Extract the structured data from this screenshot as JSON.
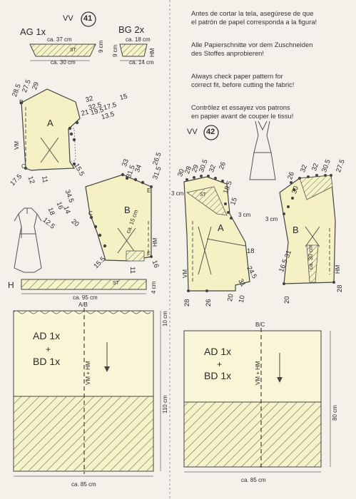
{
  "notes": [
    [
      "Antes de cortar la tela, asegúrese de que",
      "el patrón de papel corresponda a la figura!"
    ],
    [
      "Alle Papierschnitte vor dem Zuschneiden",
      "des Stoffes anprobieren!"
    ],
    [
      "Always check paper pattern for",
      "correct fit, before cutting the fabric!"
    ],
    [
      "Contrôlez et essayez vos patrons",
      "en papier avant de couper le tissu!"
    ]
  ],
  "left": {
    "model_prefix": "VV",
    "model_number": "41",
    "ag": {
      "title": "AG 1x",
      "top": "ca. 37 cm",
      "bottom": "ca. 30 cm",
      "height": "9 cm",
      "st": "ST"
    },
    "bg": {
      "title": "BG 2x",
      "top": "ca. 18 cm",
      "bottom": "ca. 14 cm",
      "height": "9 cm",
      "hm": "HM"
    },
    "piece_a": {
      "label": "A",
      "vm": "VM",
      "marks": [
        "28.5",
        "27.5",
        "29",
        "32",
        "32.5",
        "21",
        "19.5",
        "17.5",
        "15",
        "13.5",
        "15.5",
        "12",
        "11",
        "17.5",
        "C",
        "D"
      ]
    },
    "piece_b": {
      "label": "B",
      "hm": "HM",
      "measure": "ca. 15 cm",
      "marks": [
        "33",
        "31.5",
        "34",
        "31.5",
        "26.5",
        "34.5",
        "16",
        "14",
        "18",
        "12.5",
        "20",
        "15.5",
        "11",
        "16",
        "E",
        "F",
        "C"
      ]
    },
    "h": {
      "title": "H",
      "width": "ca. 95 cm",
      "height": "4 cm",
      "st": "ST"
    },
    "skirt": {
      "marker": "A/B",
      "text1": "AD 1x",
      "plus": "+",
      "text2": "BD 1x",
      "fold": "VM + HM",
      "side1": "10 cm",
      "side2": "110 cm",
      "bottom": "ca. 85 cm"
    }
  },
  "right": {
    "model_prefix": "VV",
    "model_number": "42",
    "piece_a": {
      "label": "A",
      "vm": "VM",
      "marks": [
        "30",
        "28",
        "29",
        "30.5",
        "32",
        "26",
        "3 cm",
        "ST",
        "18.5",
        "15",
        "3 cm",
        "18",
        "24.5",
        "31",
        "28",
        "26",
        "20",
        "10"
      ]
    },
    "piece_b": {
      "label": "B",
      "hm": "HM",
      "measure": "ca. 30 cm",
      "marks": [
        "26",
        "30",
        "32",
        "32",
        "30.5",
        "27.5",
        "3 cm",
        "16.5",
        "31",
        "28",
        "20"
      ]
    },
    "skirt": {
      "marker": "B/C",
      "text1": "AD 1x",
      "plus": "+",
      "text2": "BD 1x",
      "fold": "VM + HM",
      "side": "80 cm",
      "bottom": "ca. 85 cm"
    }
  }
}
